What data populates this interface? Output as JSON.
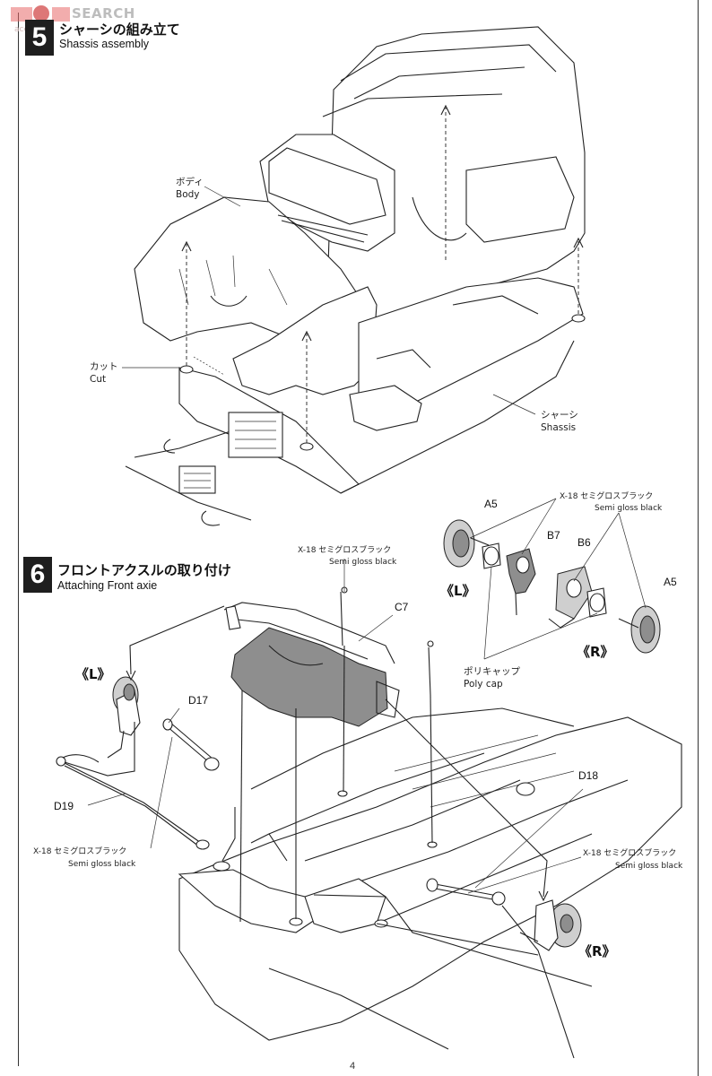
{
  "watermark": {
    "logo_text": "SEARCH",
    "sub_text": "ace.shop"
  },
  "step5": {
    "number": "5",
    "title_ja": "シャーシの組み立て",
    "title_en": "Shassis assembly",
    "labels": {
      "body_ja": "ボディ",
      "body_en": "Body",
      "cut_ja": "カット",
      "cut_en": "Cut",
      "shassis_ja": "シャーシ",
      "shassis_en": "Shassis"
    }
  },
  "detail": {
    "paint_ja": "X-18 セミグロスブラック",
    "paint_en": "Semi gloss black",
    "parts": {
      "a5_left": "A5",
      "b7": "B7",
      "b6": "B6",
      "a5_right": "A5"
    },
    "side_left": "《L》",
    "side_right": "《R》",
    "polycap_ja": "ポリキャップ",
    "polycap_en": "Poly cap"
  },
  "step6": {
    "number": "6",
    "title_ja": "フロントアクスルの取り付け",
    "title_en": "Attaching Front axie",
    "paint_top_ja": "X-18 セミグロスブラック",
    "paint_top_en": "Semi gloss black",
    "paint_left_ja": "X-18 セミグロスブラック",
    "paint_left_en": "Semi gloss black",
    "paint_right_ja": "X-18 セミグロスブラック",
    "paint_right_en": "Semi gloss black",
    "parts": {
      "c7": "C7",
      "d17": "D17",
      "d19": "D19",
      "d18": "D18"
    },
    "side_left": "《L》",
    "side_right": "《R》"
  },
  "page_number": "4"
}
